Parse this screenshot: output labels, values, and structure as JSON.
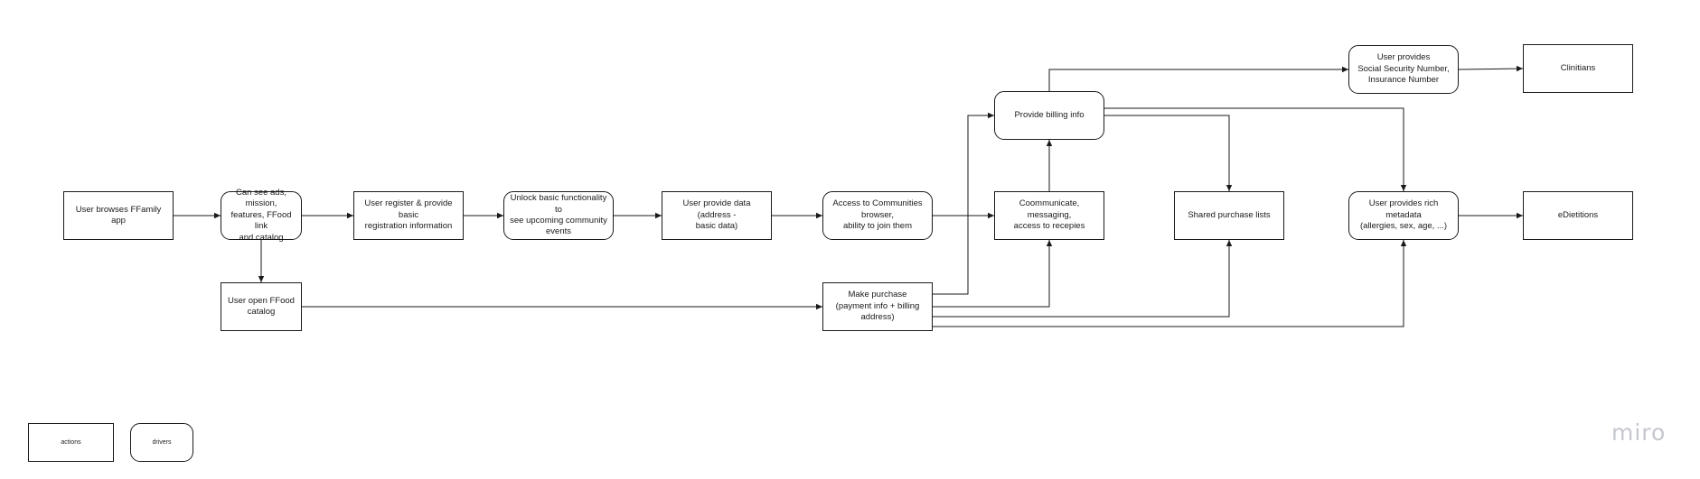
{
  "diagram": {
    "nodes": [
      {
        "id": "browse",
        "kind": "action",
        "label": "User browses FFamily app"
      },
      {
        "id": "ads",
        "kind": "driver",
        "label": "Can see ads, mission,\nfeatures, FFood link\nand catalog"
      },
      {
        "id": "register",
        "kind": "action",
        "label": "User register & provide basic\nregistration information"
      },
      {
        "id": "unlock",
        "kind": "driver",
        "label": "Unlock basic functionality to\nsee upcoming community\nevents"
      },
      {
        "id": "data",
        "kind": "action",
        "label": "User provide data (address -\nbasic data)"
      },
      {
        "id": "access",
        "kind": "driver",
        "label": "Access to Communities\nbrowser,\nability to join them"
      },
      {
        "id": "communicate",
        "kind": "action",
        "label": "Coommunicate, messaging,\naccess to recepies"
      },
      {
        "id": "billing",
        "kind": "driver",
        "label": "Provide billing info"
      },
      {
        "id": "shared",
        "kind": "action",
        "label": "Shared purchase lists"
      },
      {
        "id": "ssn",
        "kind": "driver",
        "label": "User provides\nSocial Security Number,\nInsurance Number"
      },
      {
        "id": "clinitians",
        "kind": "action",
        "label": "Clinitians"
      },
      {
        "id": "metadata",
        "kind": "driver",
        "label": "User provides rich metadata\n(allergies, sex, age, ...)"
      },
      {
        "id": "edietitions",
        "kind": "action",
        "label": "eDietitions"
      },
      {
        "id": "catalog",
        "kind": "action",
        "label": "User open FFood\ncatalog"
      },
      {
        "id": "purchase",
        "kind": "action",
        "label": "Make purchase\n(payment info + billing\naddress)"
      }
    ],
    "edges": [
      {
        "from": "browse",
        "to": "ads"
      },
      {
        "from": "ads",
        "to": "register"
      },
      {
        "from": "register",
        "to": "unlock"
      },
      {
        "from": "unlock",
        "to": "data"
      },
      {
        "from": "data",
        "to": "access"
      },
      {
        "from": "access",
        "to": "communicate"
      },
      {
        "from": "communicate",
        "to": "billing"
      },
      {
        "from": "billing",
        "to": "ssn"
      },
      {
        "from": "ssn",
        "to": "clinitians"
      },
      {
        "from": "billing",
        "to": "shared"
      },
      {
        "from": "billing",
        "to": "metadata"
      },
      {
        "from": "metadata",
        "to": "edietitions"
      },
      {
        "from": "ads",
        "to": "catalog"
      },
      {
        "from": "catalog",
        "to": "purchase"
      },
      {
        "from": "purchase",
        "to": "billing"
      },
      {
        "from": "purchase",
        "to": "communicate"
      },
      {
        "from": "purchase",
        "to": "shared"
      },
      {
        "from": "purchase",
        "to": "metadata"
      }
    ]
  },
  "legend": {
    "actions_label": "actions",
    "drivers_label": "drivers"
  },
  "branding": {
    "logo_text": "miro"
  },
  "colors": {
    "stroke": "#1a1a1a",
    "logo": "#c6c8cf"
  }
}
